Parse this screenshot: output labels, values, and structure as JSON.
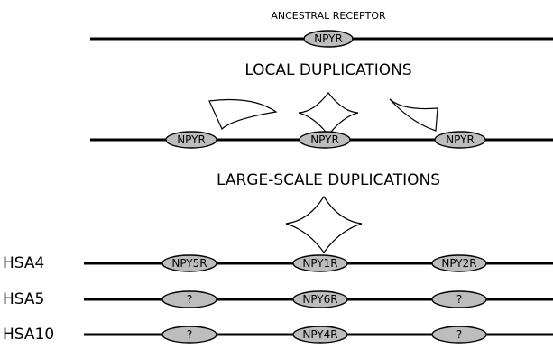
{
  "ancestral": {
    "title": "ANCESTRAL RECEPTOR",
    "gene": "NPYR"
  },
  "local_duplications": {
    "title": "LOCAL DUPLICATIONS",
    "genes": [
      "NPYR",
      "NPYR",
      "NPYR"
    ]
  },
  "large_scale_duplications": {
    "title": "LARGE-SCALE DUPLICATIONS"
  },
  "chromosomes": [
    {
      "label": "HSA4",
      "genes": [
        "NPY5R",
        "NPY1R",
        "NPY2R"
      ]
    },
    {
      "label": "HSA5",
      "genes": [
        "?",
        "NPY6R",
        "?"
      ]
    },
    {
      "label": "HSA10",
      "genes": [
        "?",
        "NPY4R",
        "?"
      ]
    }
  ]
}
